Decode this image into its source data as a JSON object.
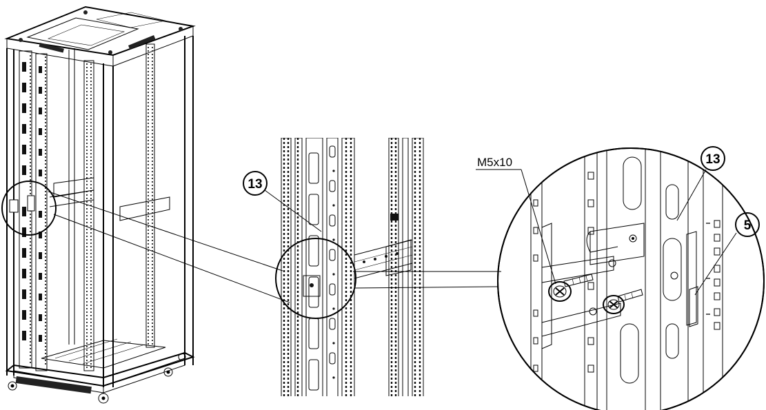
{
  "callouts": {
    "middle_13": "13",
    "zoom_13": "13",
    "zoom_5": "5"
  },
  "labels": {
    "screw_size": "M5x10"
  }
}
